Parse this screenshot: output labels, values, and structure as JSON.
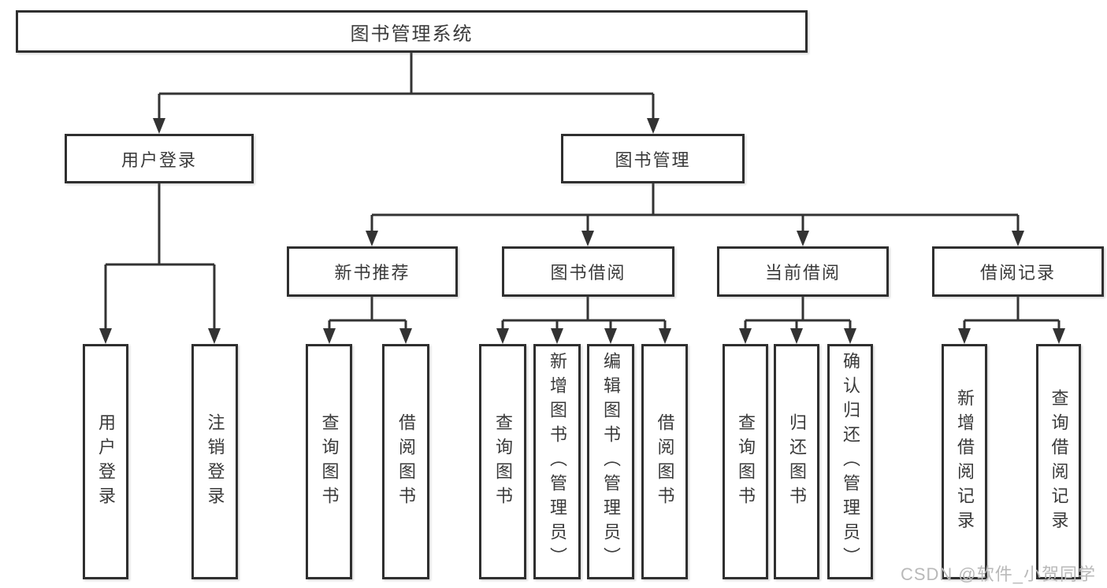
{
  "diagram": {
    "root": {
      "label": "图书管理系统"
    },
    "level2": [
      {
        "label": "用户登录"
      },
      {
        "label": "图书管理"
      }
    ],
    "level3": [
      {
        "label": "新书推荐"
      },
      {
        "label": "图书借阅"
      },
      {
        "label": "当前借阅"
      },
      {
        "label": "借阅记录"
      }
    ],
    "leaves": {
      "user_login": [
        "用户登录",
        "注销登录"
      ],
      "new_book_rec": [
        "查询图书",
        "借阅图书"
      ],
      "book_borrow": [
        "查询图书",
        "新增图书（管理员）",
        "编辑图书（管理员）",
        "借阅图书"
      ],
      "current_borrow": [
        "查询图书",
        "归还图书",
        "确认归还（管理员）"
      ],
      "borrow_records": [
        "新增借阅记录",
        "查询借阅记录"
      ]
    }
  },
  "watermark": {
    "text": "CSDN @软件_小贺同学",
    "color": "#b9b9b9"
  },
  "colors": {
    "line": "#333333",
    "box_border": "#2f2f2f",
    "box_fill": "#ffffff",
    "text": "#3a3a3a",
    "background": "#ffffff"
  }
}
